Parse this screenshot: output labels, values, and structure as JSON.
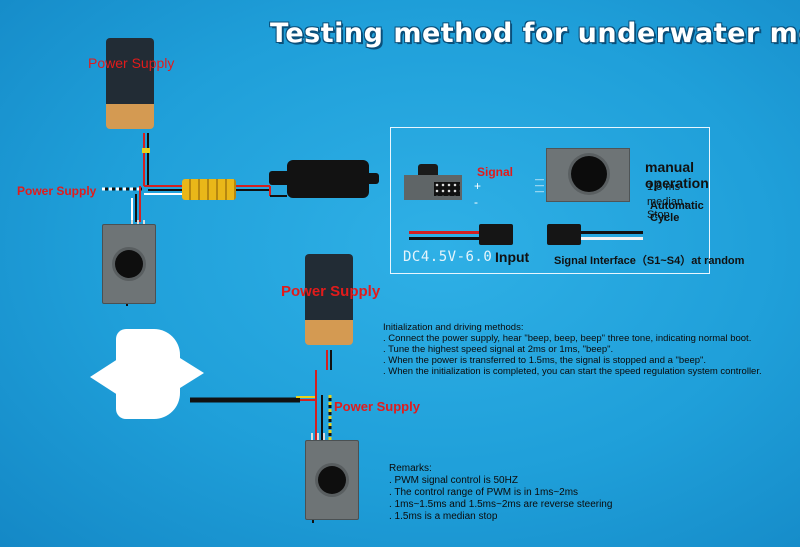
{
  "title": "Testing method for underwater motor",
  "labels": {
    "power_supply_top": "Power Supply",
    "power_supply_left": "Power Supply",
    "power_supply_mid": "Power Supply",
    "power_supply_bottom": "Power Supply"
  },
  "panel": {
    "signal": "Signal",
    "plus": "+",
    "minus": "-",
    "manual_operation": "manual operation",
    "median_stop": "1.5 ms median， Stop",
    "automatic_cycle": "Automatic Cycle",
    "dc_range": "DC4.5V-6.0",
    "input": "Input",
    "signal_interface": "Signal Interface（S1~S4）at random"
  },
  "init": {
    "heading": "Initialization and driving methods:",
    "lines": [
      ". Connect the power supply, hear \"beep, beep, beep\" three tone, indicating normal boot.",
      ". Tune the highest speed signal at 2ms or 1ms, \"beep\".",
      ". When the power is transferred to 1.5ms, the signal is stopped and a \"beep\".",
      ". When the initialization is completed, you can start the speed regulation system controller."
    ]
  },
  "remarks": {
    "heading": "Remarks:",
    "lines": [
      ". PWM signal control is 50HZ",
      ". The control range of PWM is in 1ms~2ms",
      ". 1ms~1.5ms and 1.5ms~2ms are reverse steering",
      ". 1.5ms is a median stop"
    ]
  },
  "colors": {
    "background": "#1f9fd9",
    "label_red": "#e21b1b",
    "battery_dark": "#222c35",
    "battery_tan": "#d49a52",
    "motor_gray": "#6e7476",
    "esc_yellow": "#e9b719"
  }
}
